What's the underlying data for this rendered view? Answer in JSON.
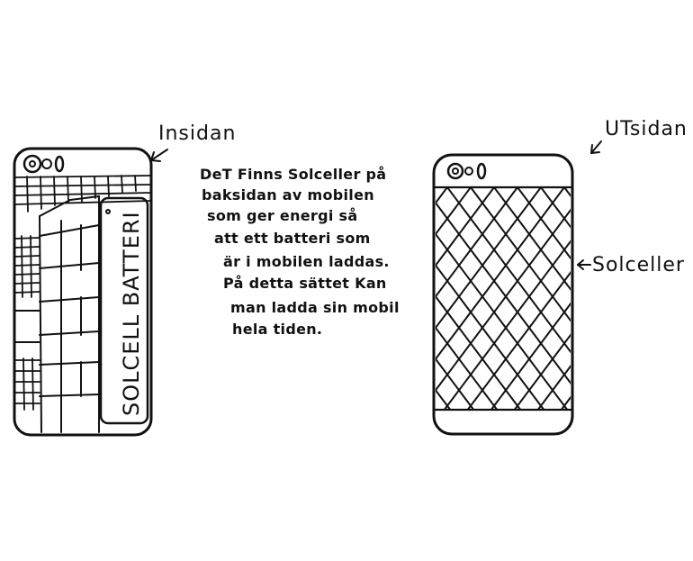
{
  "labels": {
    "inside": "Insidan",
    "outside": "UTsidan",
    "solar_cells": "Solceller",
    "battery": "SOLCELL BATTERI"
  },
  "description_lines": [
    "DeT Finns Solceller på",
    "baksidan av mobilen",
    "som ger energi så",
    "att ett batteri som",
    "är i mobilen laddas.",
    "På detta sättet Kan",
    "man ladda sin mobil",
    "hela tiden."
  ]
}
